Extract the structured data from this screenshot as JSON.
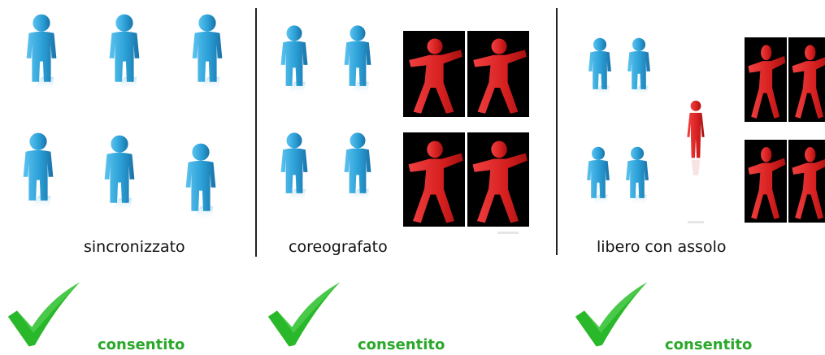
{
  "columns": [
    {
      "caption": "sincronizzato",
      "status_label": "consentito",
      "status_icon": "green-checkmark-icon"
    },
    {
      "caption": "coreografato",
      "status_label": "consentito",
      "status_icon": "green-checkmark-icon"
    },
    {
      "caption": "libero con assolo",
      "status_label": "consentito",
      "status_icon": "green-checkmark-icon"
    }
  ],
  "colors": {
    "blue_figure": "#2a9fd6",
    "blue_figure_dark": "#1b7bb0",
    "red_figure": "#d62020",
    "check_green": "#29b829",
    "label_green": "#2aa82a",
    "panel_background": "#000000",
    "divider": "#222222"
  }
}
